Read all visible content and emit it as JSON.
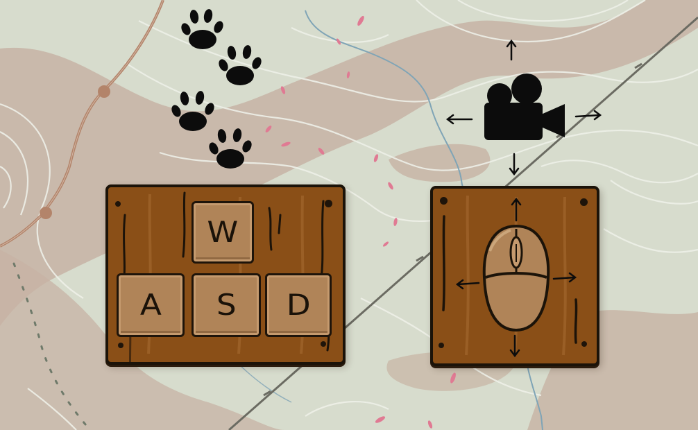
{
  "scene": {
    "background_color": "#d7dccd",
    "path_color": "#c2aa9b",
    "contour_color": "#eef0e8",
    "river_color": "#7fa4b6",
    "road_color": "#b3846a",
    "rail_color": "#6b6b62",
    "petal_color": "#e07a93"
  },
  "movement_panel": {
    "wood_color": "#8a4f17",
    "keys": {
      "up": "W",
      "left": "A",
      "down": "S",
      "right": "D"
    },
    "footprint_icon": "paw-print-icon",
    "footprint_count": 4
  },
  "camera_panel": {
    "wood_color": "#8a4f17",
    "mouse_icon": "mouse-icon",
    "camera_icon": "video-camera-icon",
    "camera_arrows": [
      "up",
      "down",
      "left",
      "right"
    ],
    "mouse_arrows": [
      "up",
      "down",
      "left",
      "right"
    ]
  }
}
